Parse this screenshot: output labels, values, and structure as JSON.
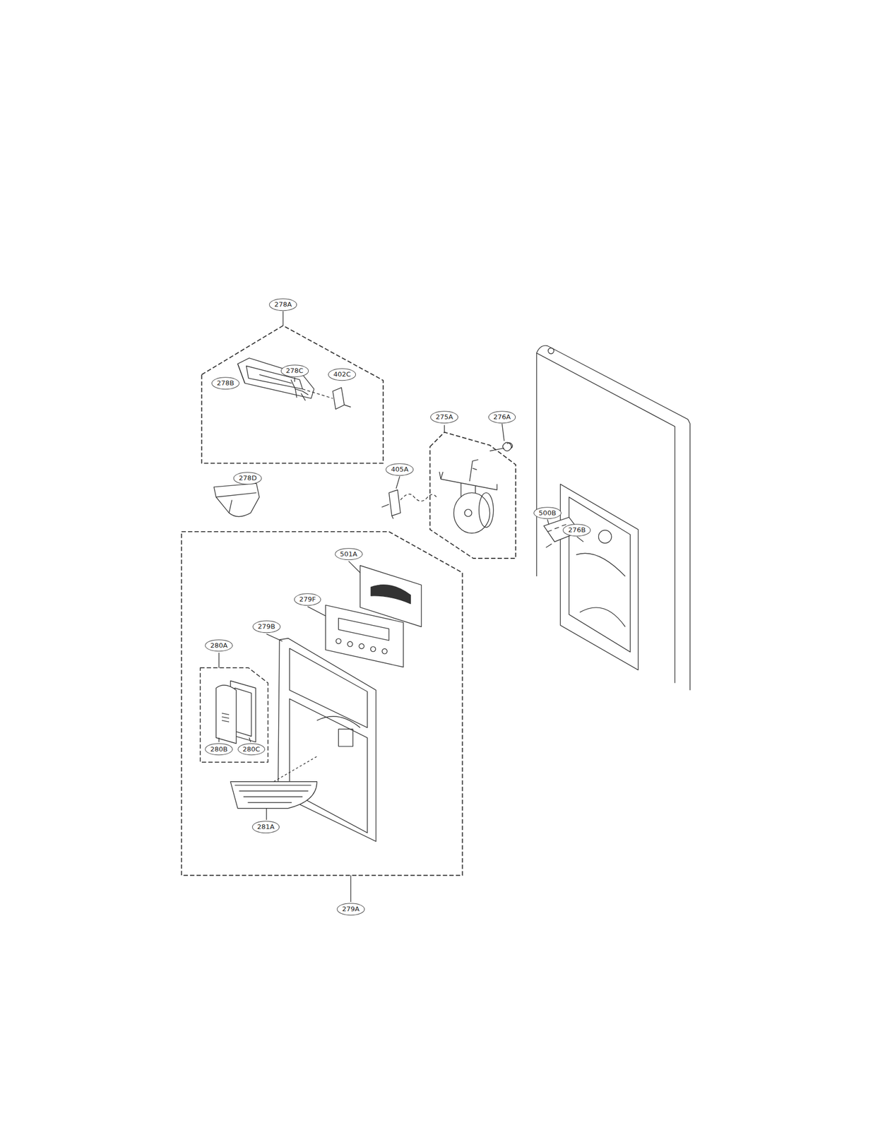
{
  "diagram": {
    "labels": [
      "278A",
      "278C",
      "278B",
      "402C",
      "275A",
      "276A",
      "405A",
      "278D",
      "500B",
      "276B",
      "501A",
      "279F",
      "279B",
      "280A",
      "280B",
      "280C",
      "281A",
      "279A"
    ]
  }
}
